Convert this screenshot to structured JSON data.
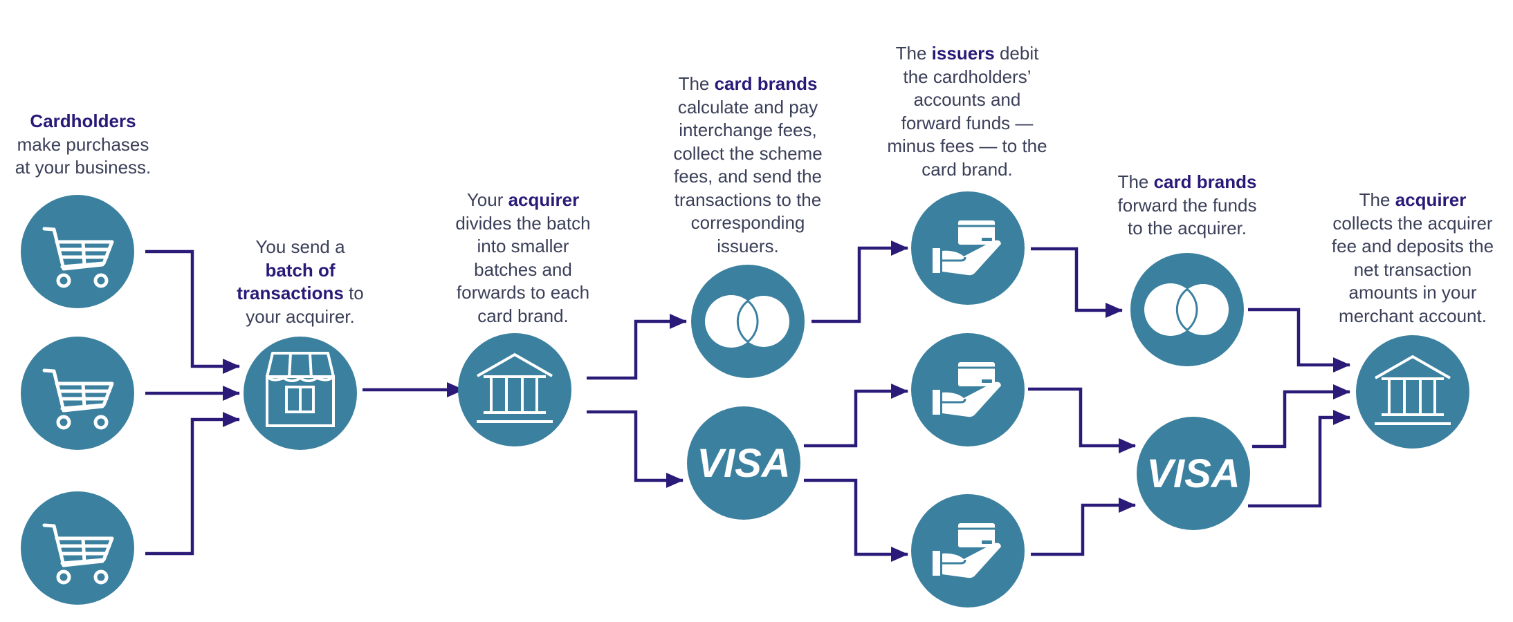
{
  "colors": {
    "node": "#3b819f",
    "arrow": "#2b1a78",
    "text": "#3a3f58",
    "highlight": "#2a1a78"
  },
  "steps": {
    "cardholders": {
      "l1b": "Cardholders",
      "l2": "make purchases",
      "l3": "at your business."
    },
    "batch": {
      "l1": "You send a",
      "l2b": "batch of",
      "l3b": "transactions",
      "l3": " to",
      "l4": "your acquirer."
    },
    "acquirer_divides": {
      "l1": "Your ",
      "l1b": "acquirer",
      "l2": "divides the batch",
      "l3": "into smaller",
      "l4": "batches and",
      "l5": "forwards to each",
      "l6": "card brand."
    },
    "card_brands_fees": {
      "l1": "The ",
      "l1b": "card brands",
      "l2": "calculate and pay",
      "l3": "interchange fees,",
      "l4": "collect the scheme",
      "l5": "fees, and send the",
      "l6": "transactions to the",
      "l7": "corresponding",
      "l8": "issuers."
    },
    "issuers": {
      "l1": "The ",
      "l1b": "issuers",
      "l1c": " debit",
      "l2": "the cardholders’",
      "l3": "accounts and",
      "l4": "forward funds —",
      "l5": "minus fees — to the",
      "l6": "card brand."
    },
    "card_brands_forward": {
      "l1": "The ",
      "l1b": "card brands",
      "l2": "forward the funds",
      "l3": "to the acquirer."
    },
    "acquirer_deposits": {
      "l1": "The ",
      "l1b": "acquirer",
      "l2": "collects the acquirer",
      "l3": "fee and deposits the",
      "l4": "net transaction",
      "l5": "amounts in your",
      "l6": "merchant account."
    }
  },
  "icons": {
    "cart": "shopping-cart-icon",
    "shop": "storefront-icon",
    "bank": "bank-icon",
    "mastercard": "mastercard-logo",
    "visa": "visa-logo",
    "issuer": "hand-card-icon"
  },
  "logos": {
    "visa": "VISA"
  }
}
